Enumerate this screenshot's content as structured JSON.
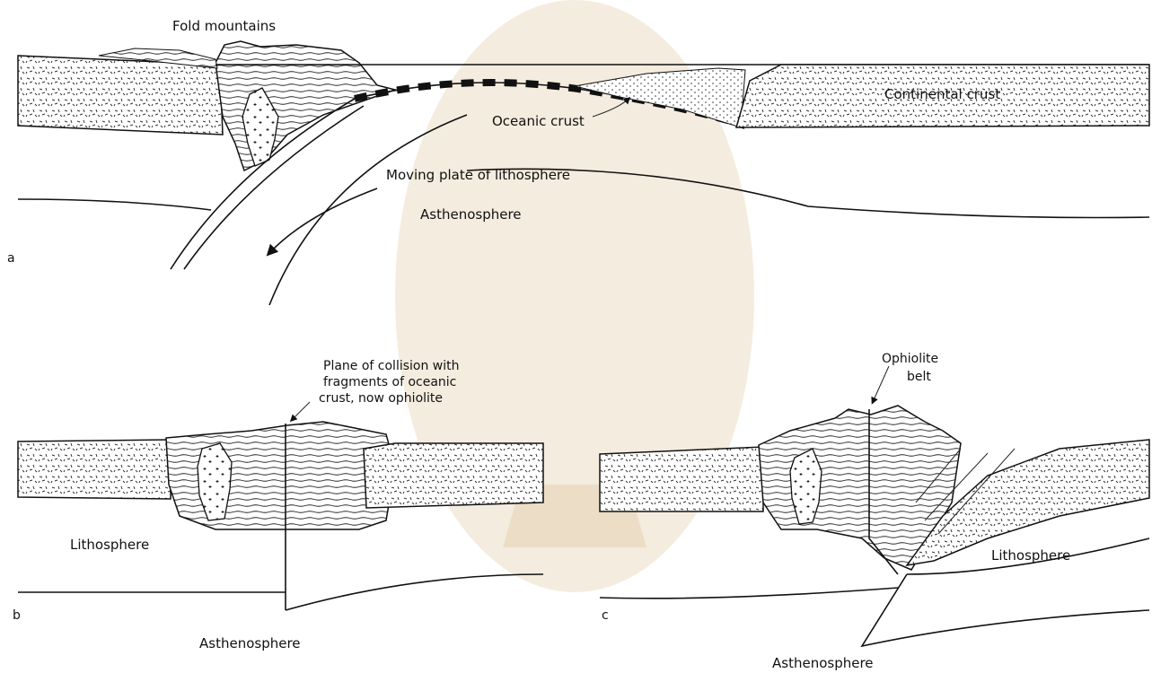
{
  "panel_a": {
    "panel_letter": "a",
    "labels": {
      "fold_mountains": "Fold mountains",
      "continental_crust": "Continental crust",
      "oceanic_crust": "Oceanic crust",
      "moving_plate": "Moving plate of lithosphere",
      "asthenosphere": "Asthenosphere"
    }
  },
  "panel_b": {
    "panel_letter": "b",
    "labels": {
      "collision_line1": "Plane of collision with",
      "collision_line2": "fragments of oceanic",
      "collision_line3": "crust, now ophiolite",
      "lithosphere": "Lithosphere",
      "asthenosphere": "Asthenosphere"
    }
  },
  "panel_c": {
    "panel_letter": "c",
    "labels": {
      "ophiolite_line1": "Ophiolite",
      "ophiolite_line2": "belt",
      "lithosphere": "Lithosphere",
      "asthenosphere": "Asthenosphere"
    }
  },
  "colors": {
    "ink": "#111111",
    "background": "#ffffff",
    "watermark": "#d9b98a"
  }
}
